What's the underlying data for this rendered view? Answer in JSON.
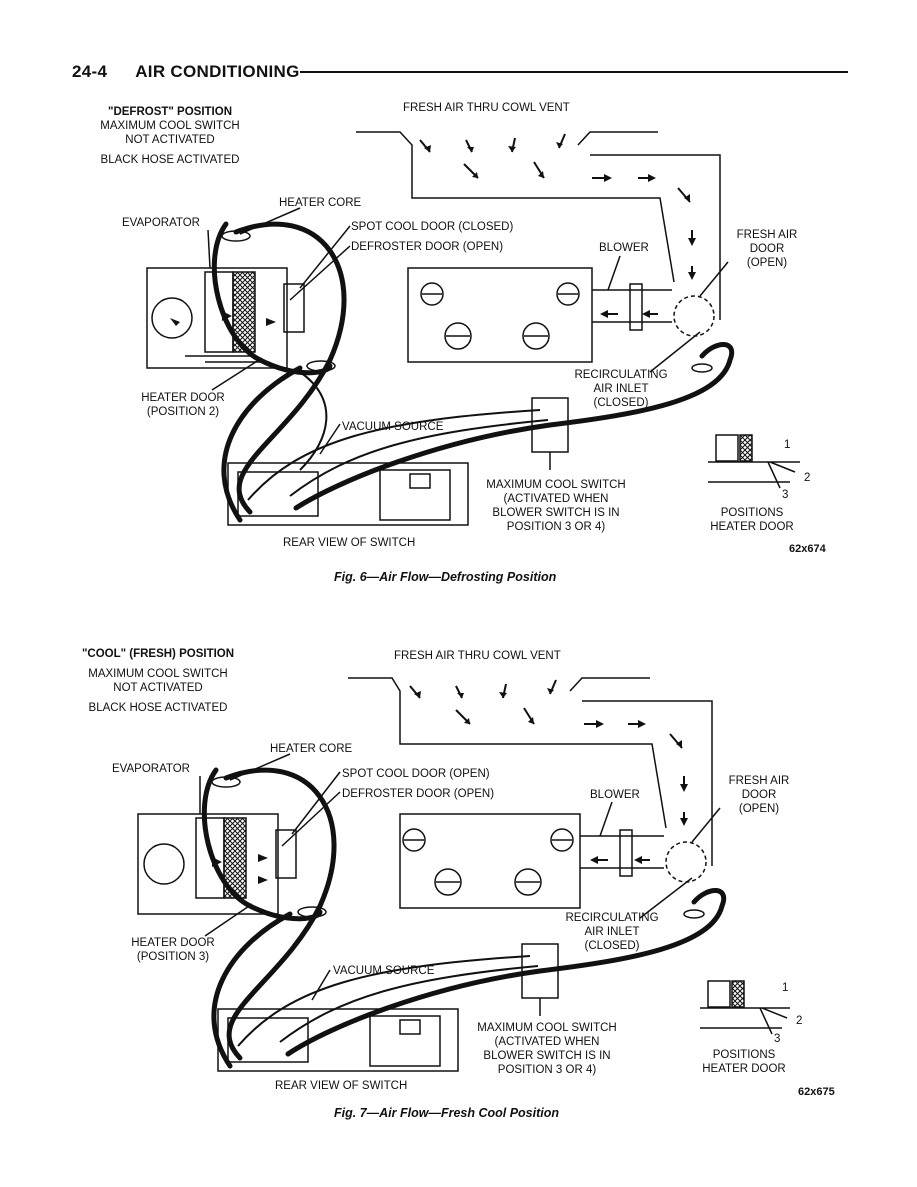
{
  "header": {
    "page_number": "24-4",
    "section_title": "AIR CONDITIONING"
  },
  "figures": [
    {
      "mode_title": "\"DEFROST\" POSITION",
      "mode_note_1": "MAXIMUM COOL SWITCH",
      "mode_note_2": "NOT ACTIVATED",
      "mode_note_3": "BLACK HOSE ACTIVATED",
      "fresh_air_label": "FRESH AIR THRU COWL VENT",
      "heater_core": "HEATER CORE",
      "evaporator": "EVAPORATOR",
      "spot_cool_door": "SPOT COOL DOOR (CLOSED)",
      "defroster_door": "DEFROSTER DOOR (OPEN)",
      "blower": "BLOWER",
      "fresh_air_door_1": "FRESH AIR",
      "fresh_air_door_2": "DOOR",
      "fresh_air_door_3": "(OPEN)",
      "recirc_1": "RECIRCULATING",
      "recirc_2": "AIR INLET",
      "recirc_3": "(CLOSED)",
      "heater_door_1": "HEATER DOOR",
      "heater_door_2": "(POSITION 2)",
      "vacuum_source": "VACUUM SOURCE",
      "max_switch_1": "MAXIMUM COOL SWITCH",
      "max_switch_2": "(ACTIVATED WHEN",
      "max_switch_3": "BLOWER SWITCH IS IN",
      "max_switch_4": "POSITION 3 OR 4)",
      "rear_view": "REAR VIEW OF SWITCH",
      "positions_1": "POSITIONS",
      "positions_2": "HEATER DOOR",
      "code": "62x674",
      "caption": "Fig. 6—Air Flow—Defrosting Position"
    },
    {
      "mode_title": "\"COOL\" (FRESH) POSITION",
      "mode_note_1": "MAXIMUM COOL SWITCH",
      "mode_note_2": "NOT ACTIVATED",
      "mode_note_3": "BLACK HOSE ACTIVATED",
      "fresh_air_label": "FRESH AIR THRU COWL VENT",
      "heater_core": "HEATER CORE",
      "evaporator": "EVAPORATOR",
      "spot_cool_door": "SPOT COOL DOOR (OPEN)",
      "defroster_door": "DEFROSTER DOOR (OPEN)",
      "blower": "BLOWER",
      "fresh_air_door_1": "FRESH AIR",
      "fresh_air_door_2": "DOOR",
      "fresh_air_door_3": "(OPEN)",
      "recirc_1": "RECIRCULATING",
      "recirc_2": "AIR INLET",
      "recirc_3": "(CLOSED)",
      "heater_door_1": "HEATER DOOR",
      "heater_door_2": "(POSITION 3)",
      "vacuum_source": "VACUUM SOURCE",
      "max_switch_1": "MAXIMUM COOL SWITCH",
      "max_switch_2": "(ACTIVATED WHEN",
      "max_switch_3": "BLOWER SWITCH IS IN",
      "max_switch_4": "POSITION 3 OR 4)",
      "rear_view": "REAR VIEW OF SWITCH",
      "positions_1": "POSITIONS",
      "positions_2": "HEATER DOOR",
      "code": "62x675",
      "caption": "Fig. 7—Air Flow—Fresh Cool Position"
    }
  ],
  "door_position_numbers": [
    "1",
    "2",
    "3"
  ],
  "colors": {
    "ink": "#111111",
    "paper": "#ffffff"
  }
}
